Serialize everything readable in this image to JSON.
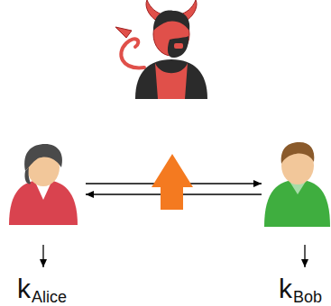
{
  "diagram": {
    "labels": [
      "k",
      "Alice",
      "k",
      "Bob"
    ]
  }
}
